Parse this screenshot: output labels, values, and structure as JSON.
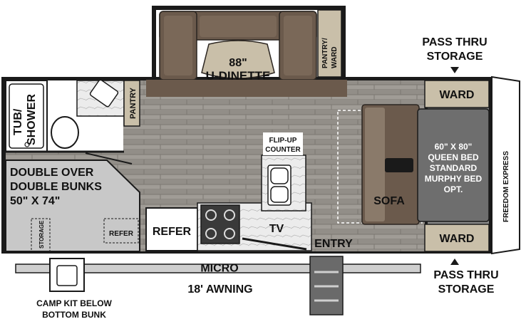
{
  "labels": {
    "dinette_size": "88\"",
    "dinette": "U-DINETTE",
    "pantry_ward_1": "PANTRY/",
    "pantry_ward_2": "WARD",
    "pantry": "PANTRY",
    "tub": "TUB/",
    "shower": "SHOWER",
    "pass_thru_top_1": "PASS THRU",
    "pass_thru_top_2": "STORAGE",
    "ward_top": "WARD",
    "ward_bottom": "WARD",
    "flip_up_1": "FLIP-UP",
    "flip_up_2": "COUNTER",
    "bed_1": "60\" X 80\"",
    "bed_2": "QUEEN BED",
    "bed_3": "STANDARD",
    "bed_4": "MURPHY BED",
    "bed_5": "OPT.",
    "sofa": "SOFA",
    "bunks_1": "DOUBLE OVER",
    "bunks_2": "DOUBLE BUNKS",
    "bunks_3": "50\" X 74\"",
    "storage": "STORAGE",
    "refer_small": "REFER",
    "refer": "REFER",
    "tv": "TV",
    "entry": "ENTRY",
    "micro": "MICRO",
    "awning": "18' AWNING",
    "pass_thru_bottom_1": "PASS THRU",
    "pass_thru_bottom_2": "STORAGE",
    "camp_kit_1": "CAMP KIT BELOW",
    "camp_kit_2": "BOTTOM BUNK",
    "brand": "FREEDOM EXPRESS"
  },
  "colors": {
    "wall": "#1a1a1a",
    "floor": "#9a9690",
    "floor_dark": "#7f7b75",
    "cushion": "#6b5a4c",
    "cushion_light": "#8a7a6a",
    "tan": "#c9bfa9",
    "bunk": "#c8c8c8",
    "bed": "#6e6e6e"
  }
}
